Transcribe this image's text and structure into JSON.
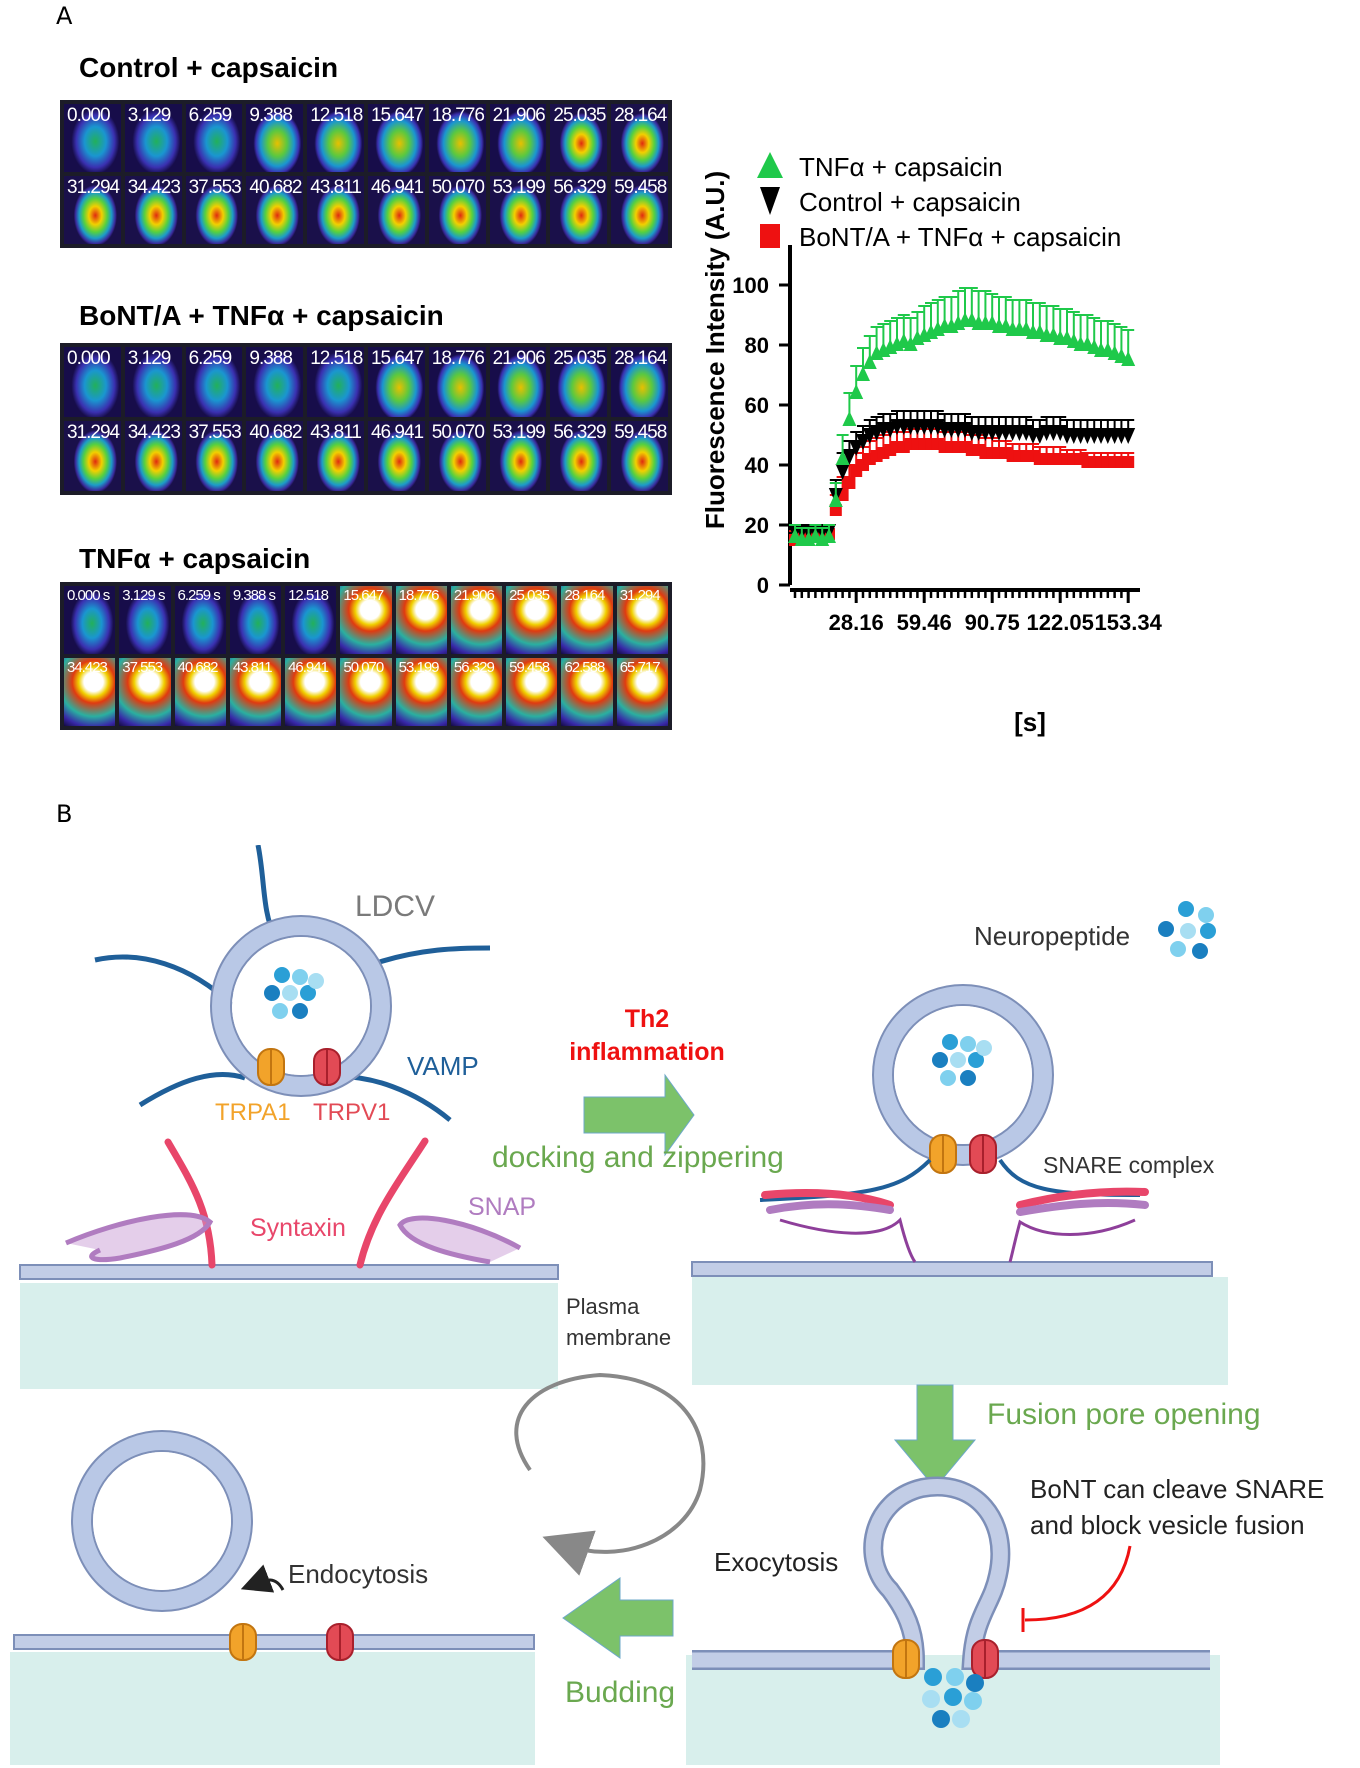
{
  "panel_a": {
    "letter": "A",
    "rows": [
      {
        "title": "Control + capsaicin",
        "frames": [
          "0.000",
          "3.129",
          "6.259",
          "9.388",
          "12.518",
          "15.647",
          "18.776",
          "21.906",
          "25.035",
          "28.164",
          "31.294",
          "34.423",
          "37.553",
          "40.682",
          "43.811",
          "46.941",
          "50.070",
          "53.199",
          "56.329",
          "59.458"
        ]
      },
      {
        "title": "BoNT/A + TNFα + capsaicin",
        "frames": [
          "0.000",
          "3.129",
          "6.259",
          "9.388",
          "12.518",
          "15.647",
          "18.776",
          "21.906",
          "25.035",
          "28.164",
          "31.294",
          "34.423",
          "37.553",
          "40.682",
          "43.811",
          "46.941",
          "50.070",
          "53.199",
          "56.329",
          "59.458"
        ]
      },
      {
        "title": "TNFα + capsaicin",
        "frames": [
          "0.000 s",
          "3.129 s",
          "6.259 s",
          "9.388 s",
          "12.518",
          "15.647",
          "18.776",
          "21.906",
          "25.035",
          "28.164",
          "31.294",
          "34.423",
          "37.553",
          "40.682",
          "43.811",
          "46.941",
          "50.070",
          "53.199",
          "56.329",
          "59.458",
          "62.588",
          "65.717"
        ]
      }
    ]
  },
  "chart_data": {
    "type": "line",
    "xlabel": "[s]",
    "ylabel": "Fluorescence Intensity (A.U.)",
    "ylim": [
      0,
      110
    ],
    "yticks": [
      0,
      20,
      40,
      60,
      80,
      100
    ],
    "x_tick_labels": [
      "28.16",
      "59.46",
      "90.75",
      "122.05",
      "153.34"
    ],
    "xlim": [
      0,
      156.47
    ],
    "legend_position": "top",
    "series": [
      {
        "name": "TNFα + capsaicin",
        "color": "#1fc94a",
        "marker": "triangle-up",
        "x": [
          0,
          3.13,
          6.26,
          9.39,
          12.52,
          15.65,
          18.78,
          21.91,
          25.04,
          28.16,
          31.29,
          34.42,
          37.55,
          40.68,
          43.81,
          46.94,
          50.07,
          53.2,
          56.33,
          59.46,
          62.59,
          65.72,
          68.85,
          71.98,
          75.11,
          78.24,
          81.37,
          84.5,
          87.63,
          90.75,
          93.88,
          97.01,
          100.14,
          103.27,
          106.4,
          109.53,
          112.66,
          115.79,
          118.92,
          122.05,
          125.18,
          128.31,
          131.44,
          134.57,
          137.7,
          140.83,
          143.96,
          147.09,
          150.22,
          153.34
        ],
        "y": [
          16,
          15,
          15,
          16,
          15,
          16,
          28,
          42,
          55,
          64,
          70,
          74,
          77,
          78,
          79,
          80,
          81,
          80,
          82,
          83,
          84,
          85,
          86,
          86,
          87,
          88,
          88,
          87,
          87,
          87,
          86,
          86,
          85,
          85,
          85,
          84,
          84,
          83,
          83,
          82,
          82,
          81,
          80,
          80,
          79,
          78,
          78,
          77,
          76,
          75
        ],
        "err": [
          4,
          4,
          4,
          4,
          4,
          4,
          6,
          8,
          9,
          9,
          9,
          9,
          9,
          9,
          9,
          9,
          9,
          9,
          9,
          10,
          10,
          10,
          10,
          10,
          11,
          11,
          11,
          11,
          11,
          10,
          10,
          10,
          10,
          10,
          10,
          10,
          10,
          10,
          10,
          10,
          10,
          10,
          10,
          10,
          10,
          10,
          10,
          10,
          10,
          10
        ]
      },
      {
        "name": "Control + capsaicin",
        "color": "#000000",
        "marker": "triangle-down",
        "x": [
          0,
          3.13,
          6.26,
          9.39,
          12.52,
          15.65,
          18.78,
          21.91,
          25.04,
          28.16,
          31.29,
          34.42,
          37.55,
          40.68,
          43.81,
          46.94,
          50.07,
          53.2,
          56.33,
          59.46,
          62.59,
          65.72,
          68.85,
          71.98,
          75.11,
          78.24,
          81.37,
          84.5,
          87.63,
          90.75,
          93.88,
          97.01,
          100.14,
          103.27,
          106.4,
          109.53,
          112.66,
          115.79,
          118.92,
          122.05,
          125.18,
          128.31,
          131.44,
          134.57,
          137.7,
          140.83,
          143.96,
          147.09,
          150.22,
          153.34
        ],
        "y": [
          18,
          18,
          18,
          18,
          18,
          18,
          30,
          38,
          43,
          46,
          48,
          50,
          51,
          52,
          52,
          53,
          53,
          53,
          53,
          53,
          53,
          53,
          52,
          52,
          52,
          52,
          51,
          51,
          51,
          51,
          51,
          51,
          51,
          51,
          51,
          50,
          50,
          51,
          51,
          51,
          50,
          50,
          50,
          50,
          50,
          50,
          50,
          50,
          50,
          50
        ],
        "err": [
          2,
          2,
          2,
          2,
          2,
          2,
          5,
          6,
          5,
          5,
          5,
          5,
          5,
          5,
          5,
          5,
          5,
          5,
          5,
          5,
          5,
          5,
          5,
          5,
          5,
          5,
          5,
          5,
          5,
          5,
          5,
          5,
          5,
          5,
          5,
          5,
          5,
          5,
          5,
          5,
          5,
          5,
          5,
          5,
          5,
          5,
          5,
          5,
          5,
          5
        ]
      },
      {
        "name": "BoNT/A + TNFα + capsaicin",
        "color": "#ee1111",
        "marker": "square",
        "x": [
          0,
          3.13,
          6.26,
          9.39,
          12.52,
          15.65,
          18.78,
          21.91,
          25.04,
          28.16,
          31.29,
          34.42,
          37.55,
          40.68,
          43.81,
          46.94,
          50.07,
          53.2,
          56.33,
          59.46,
          62.59,
          65.72,
          68.85,
          71.98,
          75.11,
          78.24,
          81.37,
          84.5,
          87.63,
          90.75,
          93.88,
          97.01,
          100.14,
          103.27,
          106.4,
          109.53,
          112.66,
          115.79,
          118.92,
          122.05,
          125.18,
          128.31,
          131.44,
          134.57,
          137.7,
          140.83,
          143.96,
          147.09,
          150.22,
          153.34
        ],
        "y": [
          15,
          17,
          17,
          17,
          17,
          17,
          25,
          30,
          34,
          38,
          40,
          42,
          43,
          44,
          45,
          46,
          46,
          47,
          47,
          47,
          47,
          47,
          46,
          46,
          46,
          46,
          45,
          45,
          44,
          44,
          44,
          44,
          43,
          43,
          43,
          43,
          42,
          42,
          42,
          42,
          42,
          42,
          42,
          41,
          41,
          41,
          41,
          41,
          41,
          41
        ],
        "err": [
          3,
          3,
          3,
          3,
          3,
          3,
          5,
          6,
          6,
          6,
          6,
          6,
          6,
          6,
          6,
          5,
          5,
          5,
          5,
          5,
          5,
          5,
          5,
          5,
          5,
          5,
          5,
          5,
          5,
          5,
          4,
          4,
          4,
          4,
          4,
          4,
          4,
          4,
          4,
          4,
          3,
          3,
          3,
          3,
          3,
          3,
          3,
          3,
          3,
          3
        ]
      }
    ]
  },
  "panel_b": {
    "letter": "B",
    "ldcv": "LDCV",
    "vamp": "VAMP",
    "trpa1": "TRPA1",
    "trpv1": "TRPV1",
    "syntaxin": "Syntaxin",
    "snap": "SNAP",
    "neuropeptide": "Neuropeptide",
    "th2_line1": "Th2",
    "th2_line2": "inflammation",
    "docking": "docking and zippering",
    "snare_complex": "SNARE complex",
    "plasma_line1": "Plasma",
    "plasma_line2": "membrane",
    "fusion_pore": "Fusion pore opening",
    "bont_line1": "BoNT can cleave SNARE",
    "bont_line2": "and block vesicle fusion",
    "exocytosis": "Exocytosis",
    "endocytosis": "Endocytosis",
    "budding": "Budding",
    "colors": {
      "vesicle": "#b9c8e6",
      "vesicle_edge": "#7d8fb8",
      "membrane": "#c2cde6",
      "cytoplasm": "#d8efec",
      "arrow": "#7cc26a",
      "vamp": "#1f5f99",
      "syntaxin": "#e8466a",
      "snap": "#b07cc0",
      "trpa1": "#f2a32a",
      "trpv1": "#e24a55"
    }
  }
}
